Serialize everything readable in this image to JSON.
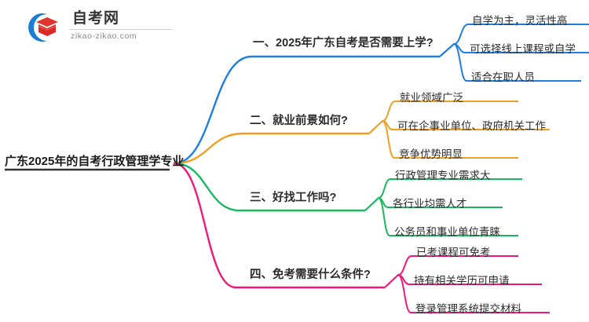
{
  "logo": {
    "title": "自考网",
    "subtitle": "zikao-zikao.com",
    "mark_icon": "graduation-cap-icon",
    "arc_color": "#1a7fd4",
    "cap_color": "#e0342c"
  },
  "mindmap": {
    "root": {
      "label": "广东2025年的自考行政管理学专业",
      "underline_color": "#333333"
    },
    "branches": [
      {
        "label": "一、2025年广东自考是否需要上学?",
        "color": "#1e7fe0",
        "children": [
          {
            "label": "自学为主，灵活性高"
          },
          {
            "label": "可选择线上课程或自学"
          },
          {
            "label": "适合在职人员"
          }
        ]
      },
      {
        "label": "二、就业前景如何?",
        "color": "#f0a020",
        "children": [
          {
            "label": "就业领域广泛"
          },
          {
            "label": "可在企事业单位、政府机关工作"
          },
          {
            "label": "竞争优势明显"
          }
        ]
      },
      {
        "label": "三、好找工作吗?",
        "color": "#18b95e",
        "children": [
          {
            "label": "行政管理专业需求大"
          },
          {
            "label": "各行业均需人才"
          },
          {
            "label": "公务员和事业单位青睐"
          }
        ]
      },
      {
        "label": "四、免考需要什么条件?",
        "color": "#f0197a",
        "children": [
          {
            "label": "已考课程可免考"
          },
          {
            "label": "持有相关学历可申请"
          },
          {
            "label": "登录管理系统提交材料"
          }
        ]
      }
    ]
  }
}
